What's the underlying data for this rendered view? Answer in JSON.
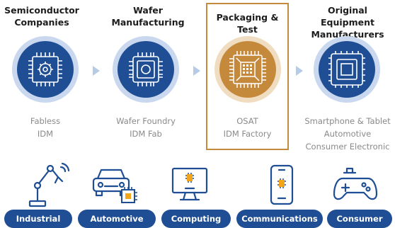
{
  "stages": [
    {
      "title": [
        "Semiconductor",
        "Companies"
      ],
      "icon": "cpu-gear-icon",
      "lines": [
        "Fabless",
        "IDM"
      ]
    },
    {
      "title": [
        "Wafer",
        "Manufacturing"
      ],
      "icon": "wafer-chip-icon",
      "lines": [
        "Wafer Foundry",
        "IDM Fab"
      ]
    },
    {
      "title": [
        "Packaging & Test"
      ],
      "icon": "packaged-chip-icon",
      "lines": [
        "OSAT",
        "IDM Factory"
      ]
    },
    {
      "title": [
        "Original Equipment",
        "Manufacturers"
      ],
      "icon": "device-chip-icon",
      "lines": [
        "Smartphone & Tablet",
        "Automotive",
        "Consumer Electronic"
      ]
    }
  ],
  "industries": [
    {
      "label": "Industrial",
      "icon": "robot-arm-icon"
    },
    {
      "label": "Automotive",
      "icon": "car-chip-icon"
    },
    {
      "label": "Computing",
      "icon": "monitor-chip-icon"
    },
    {
      "label": "Communications",
      "icon": "phone-chip-icon"
    },
    {
      "label": "Consumer",
      "icon": "gamepad-icon"
    }
  ],
  "colors": {
    "navy": "#1f4e94",
    "blue_ring": "#c9d8ee",
    "orange": "#c5893c",
    "orange_ring": "#f0dcc0",
    "highlight_border": "#c58a3e",
    "arrow": "#b8cbe6",
    "desc_text": "#8a8a8a"
  }
}
